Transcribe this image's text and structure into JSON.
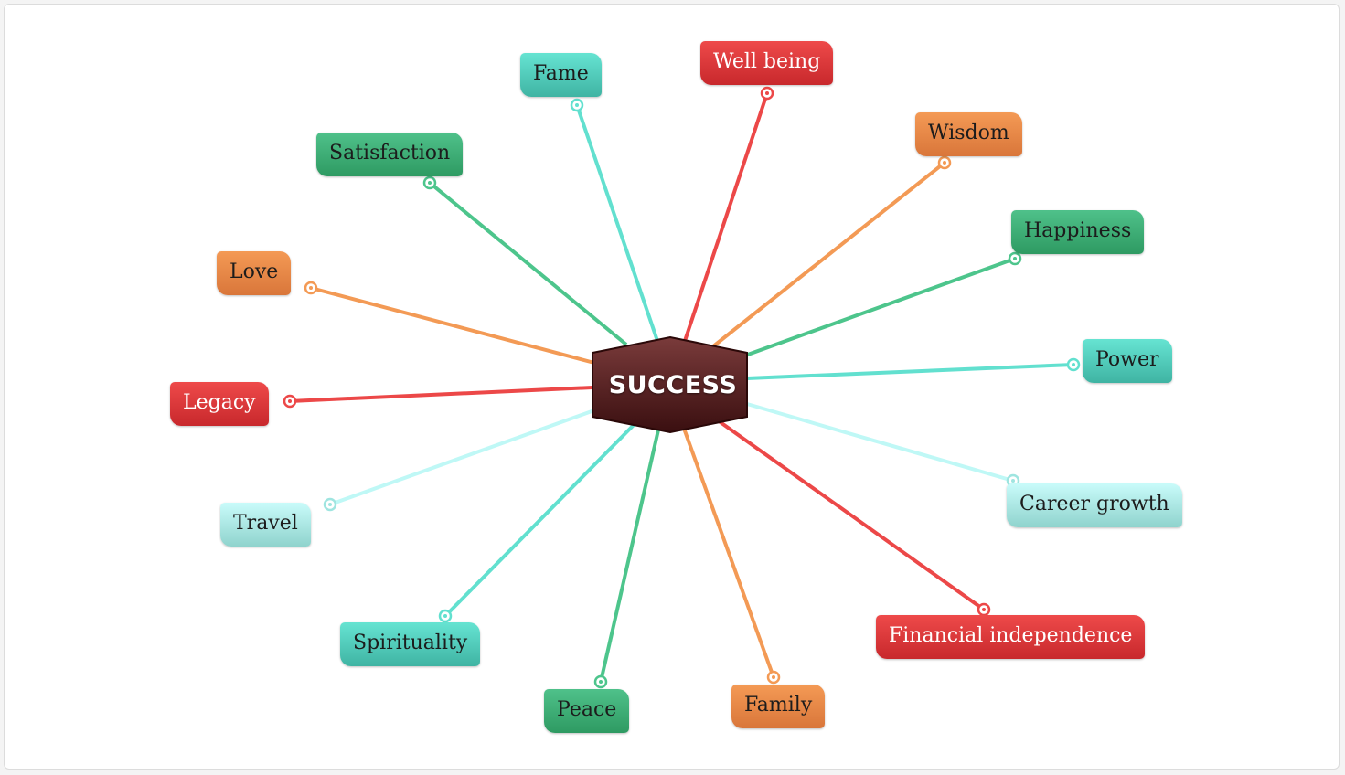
{
  "center": {
    "label": "SUCCESS"
  },
  "topics": [
    {
      "id": "fame",
      "label": "Fame"
    },
    {
      "id": "well-being",
      "label": "Well being"
    },
    {
      "id": "wisdom",
      "label": "Wisdom"
    },
    {
      "id": "happiness",
      "label": "Happiness"
    },
    {
      "id": "power",
      "label": "Power"
    },
    {
      "id": "career-growth",
      "label": "Career growth"
    },
    {
      "id": "financial-independence",
      "label": "Financial independence"
    },
    {
      "id": "family",
      "label": "Family"
    },
    {
      "id": "peace",
      "label": "Peace"
    },
    {
      "id": "spirituality",
      "label": "Spirituality"
    },
    {
      "id": "travel",
      "label": "Travel"
    },
    {
      "id": "legacy",
      "label": "Legacy"
    },
    {
      "id": "love",
      "label": "Love"
    },
    {
      "id": "satisfaction",
      "label": "Satisfaction"
    }
  ],
  "colors": {
    "red": "#ec4848",
    "orange": "#f39a55",
    "dark_green": "#4dc58c",
    "teal": "#62e0cf",
    "light_teal": "#bff8f6",
    "center_fill": "#5a2222"
  }
}
